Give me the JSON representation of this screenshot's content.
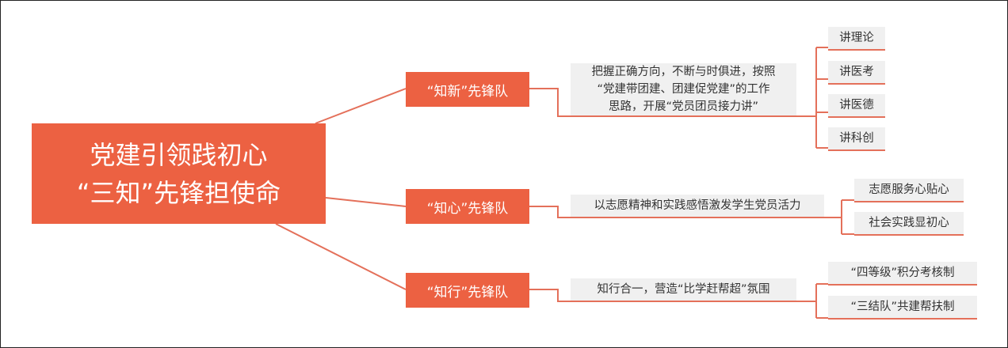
{
  "root": {
    "line1": "党建引领践初心",
    "line2": "“三知”先锋担使命"
  },
  "branches": [
    {
      "label": "“知新”先锋队",
      "description": [
        "把握正确方向，不断与时俱进，按照",
        "“党建带团建、团建促党建”的工作",
        "思路，开展“党员团员接力讲”"
      ],
      "leaves": [
        "讲理论",
        "讲医考",
        "讲医德",
        "讲科创"
      ]
    },
    {
      "label": "“知心”先锋队",
      "description": [
        "以志愿精神和实践感悟激发学生党员活力"
      ],
      "leaves": [
        "志愿服务心贴心",
        "社会实践显初心"
      ]
    },
    {
      "label": "“知行”先锋队",
      "description": [
        "知行合一，营造“比学赶帮超”氛围"
      ],
      "leaves": [
        "“四等级”积分考核制",
        "“三结队”共建帮扶制"
      ]
    }
  ],
  "colors": {
    "accent": "#ec6142",
    "line": "#e4705a",
    "leaf_bg": "#f0f0f0"
  }
}
